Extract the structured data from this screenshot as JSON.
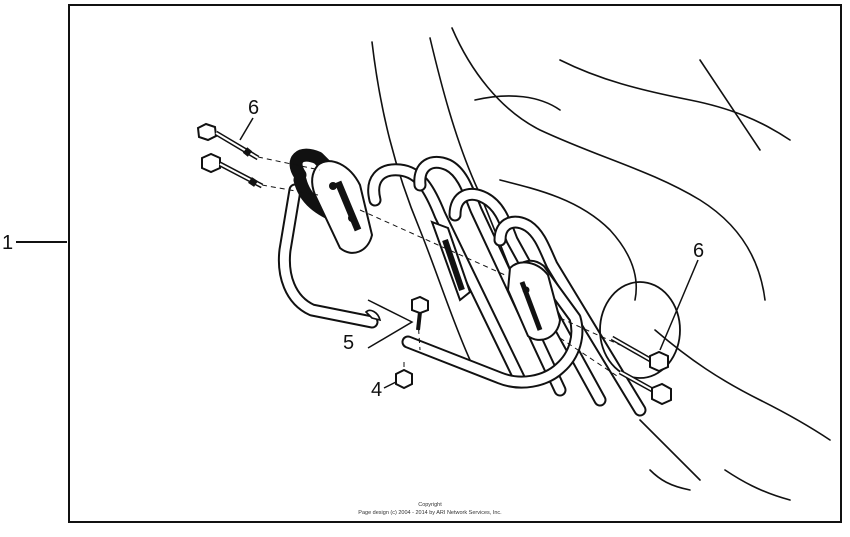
{
  "callouts": {
    "assembly": "1",
    "nut": "4",
    "spacer": "5",
    "bolts_left": "6",
    "bolts_right": "6"
  },
  "copyright": {
    "line1": "Copyright",
    "line2": "Page design (c) 2004 - 2014 by ARI Network Services, Inc."
  }
}
